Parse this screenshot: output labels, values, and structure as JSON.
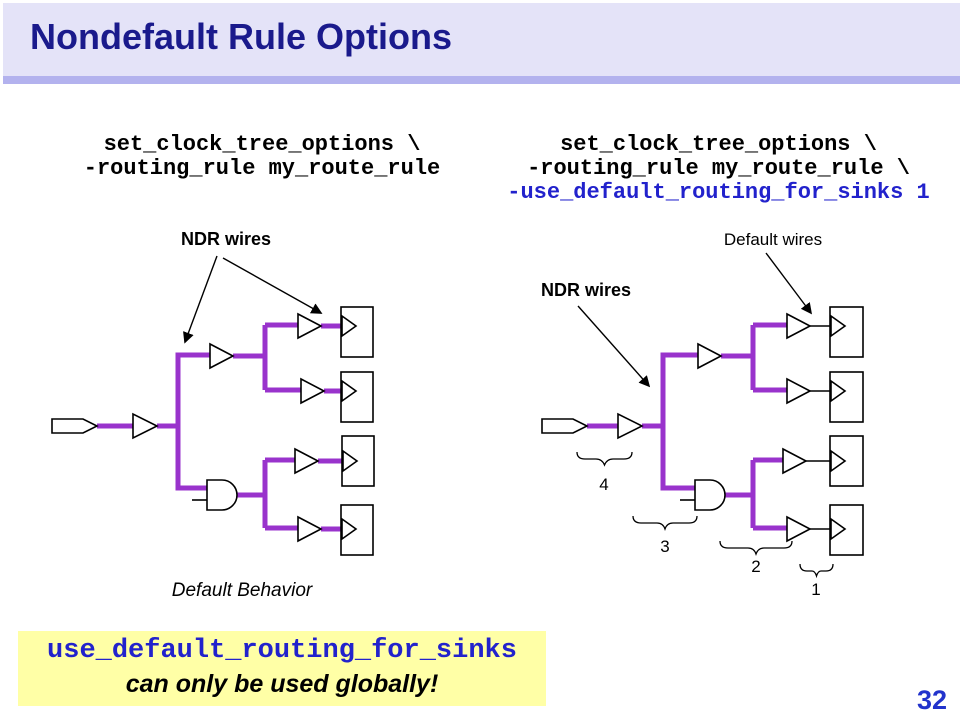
{
  "slide": {
    "title": "Nondefault Rule Options",
    "page_number": "32"
  },
  "code_left": {
    "lines": [
      "set_clock_tree_options \\",
      "-routing_rule my_route_rule"
    ]
  },
  "code_right": {
    "lines": [
      "set_clock_tree_options \\",
      "-routing_rule my_route_rule \\"
    ],
    "highlight_line": "-use_default_routing_for_sinks 1"
  },
  "diagram_left": {
    "ndr_label": "NDR wires",
    "caption": "Default Behavior"
  },
  "diagram_right": {
    "ndr_label": "NDR wires",
    "default_label": "Default wires",
    "brace_labels": [
      "4",
      "3",
      "2",
      "1"
    ]
  },
  "callout": {
    "command": "use_default_routing_for_sinks",
    "note": "can only be used globally!"
  },
  "colors": {
    "ndr_wire": "#9933CC",
    "default_wire": "#000000",
    "code_highlight_blue": "#2222CC",
    "callout_bg": "#FFFFA6",
    "title_navy": "#1A1A8C",
    "header_bg": "#E4E3F8",
    "header_bar": "#B3B2EE",
    "page_number_blue": "#2233CC"
  }
}
